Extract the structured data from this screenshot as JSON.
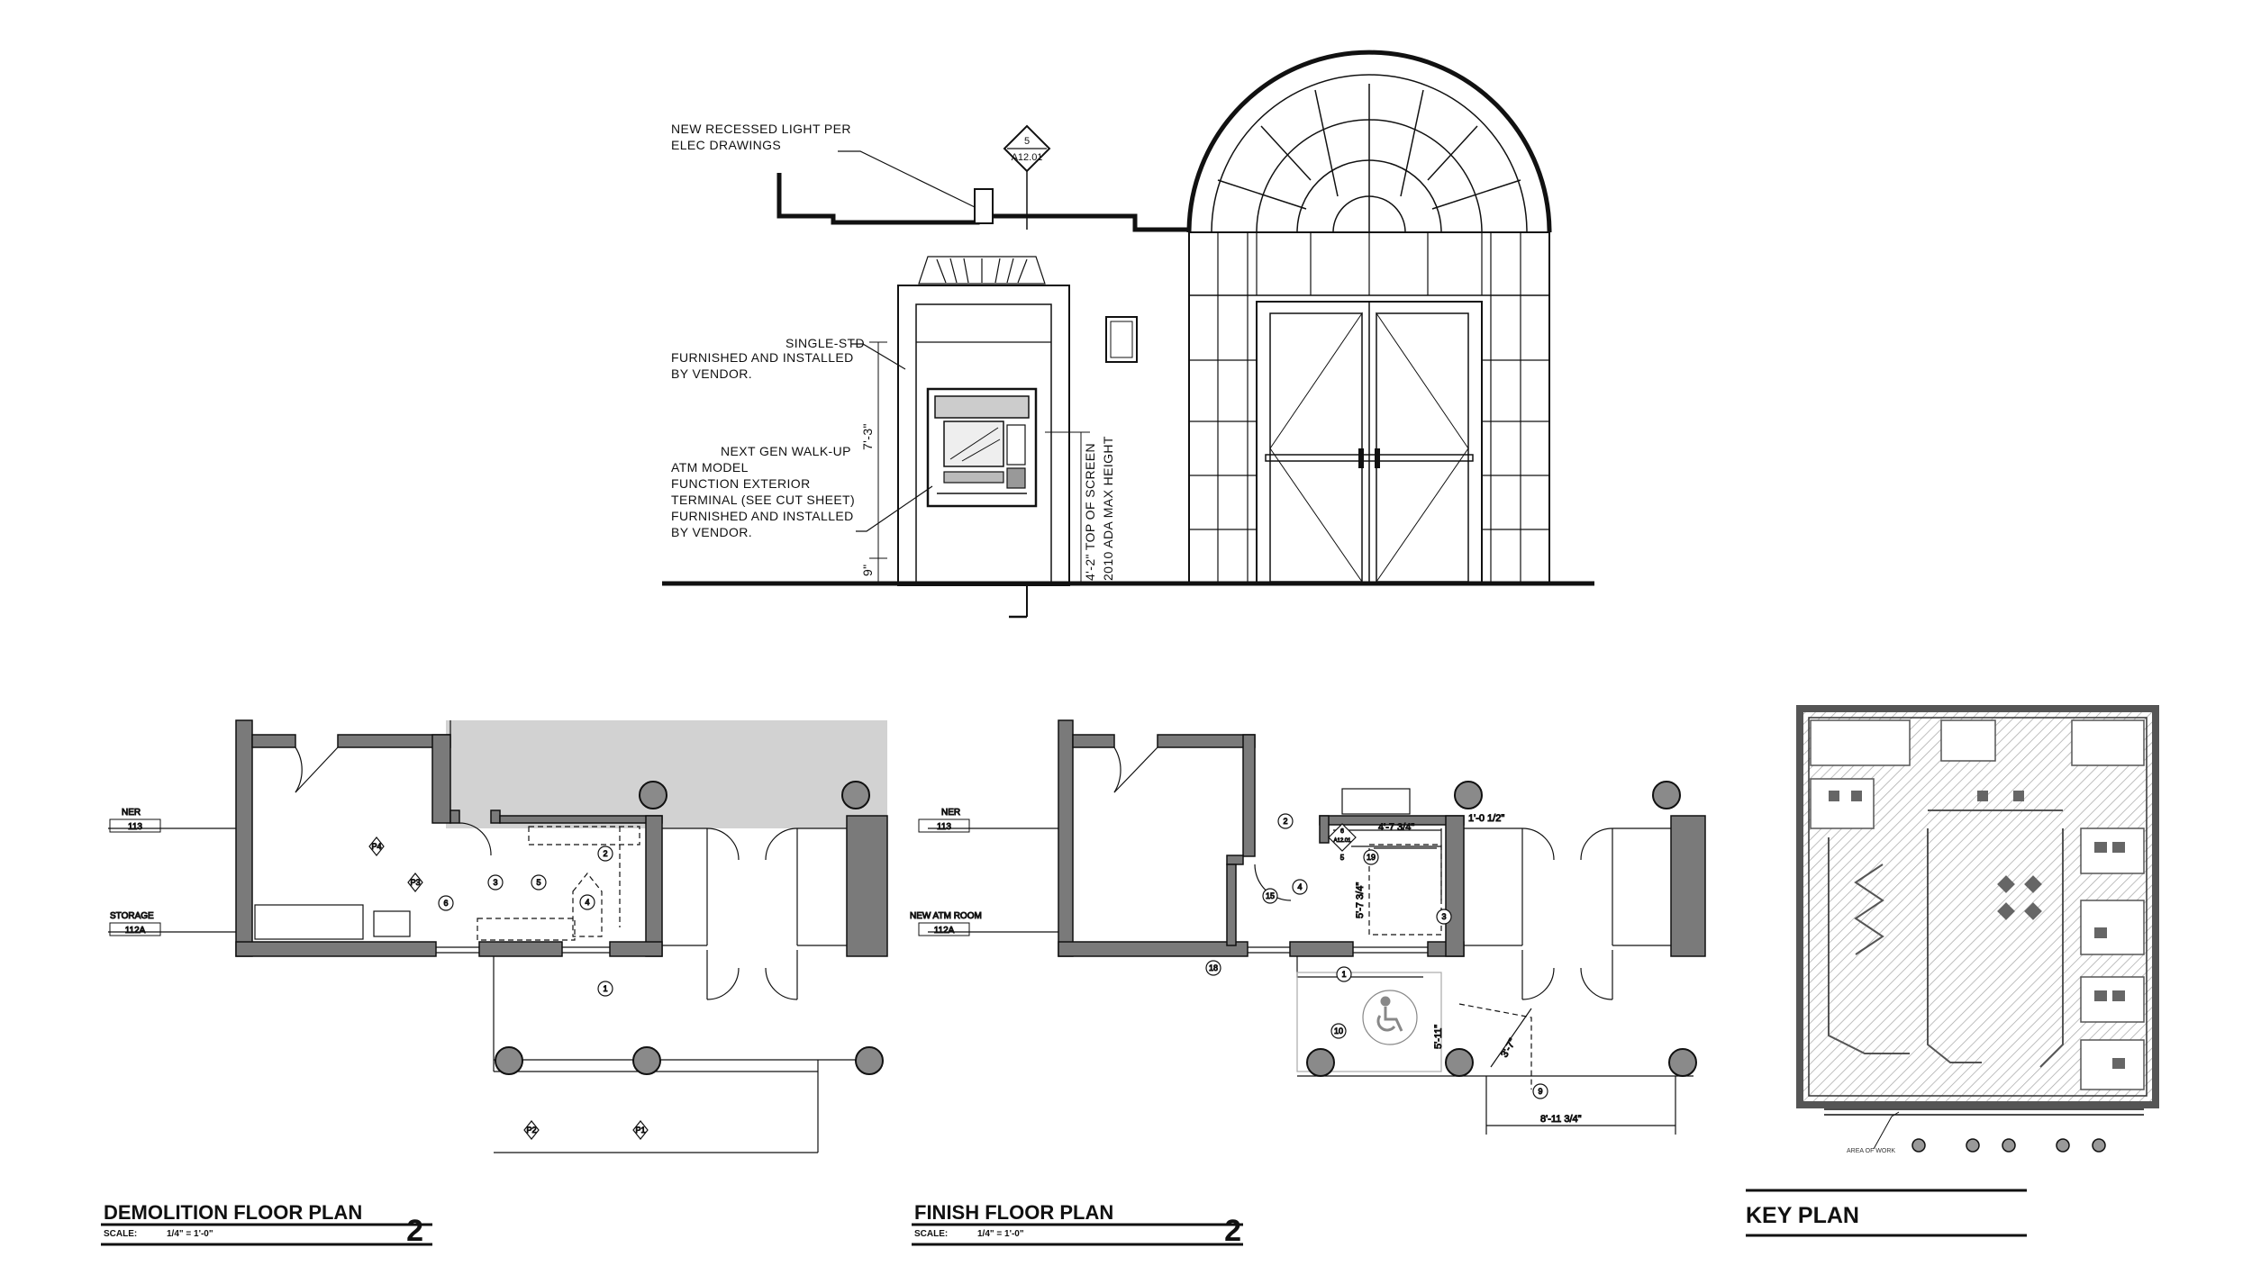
{
  "elevation": {
    "notes": {
      "light_line1": "NEW RECESSED LIGHT PER",
      "light_line2": "ELEC DRAWINGS",
      "single_std_line1": "SINGLE-STD",
      "single_std_line2": "FURNISHED AND INSTALLED",
      "single_std_line3": "BY VENDOR.",
      "atm_line1": "NEXT GEN WALK-UP",
      "atm_line2": "ATM MODEL",
      "atm_line3": "FUNCTION EXTERIOR",
      "atm_line4": "TERMINAL (SEE CUT SHEET)",
      "atm_line5": "FURNISHED AND INSTALLED",
      "atm_line6": "BY VENDOR."
    },
    "section_tag": {
      "number": "5",
      "sheet": "A12.01"
    },
    "dims": {
      "height_7_3": "7'-3\"",
      "sill_9": "9\"",
      "top_screen": "4'-2\" TOP OF SCREEN",
      "ada": "2010 ADA MAX HEIGHT"
    }
  },
  "demolition_plan": {
    "title": "DEMOLITION FLOOR PLAN",
    "scale_label": "SCALE:",
    "scale_value": "1/4\" = 1'-0\"",
    "number": "2",
    "rooms": [
      {
        "name": "NER",
        "num": "113"
      },
      {
        "name": "STORAGE",
        "num": "112A"
      }
    ],
    "keynotes": [
      "1",
      "2",
      "3",
      "4",
      "5",
      "6"
    ],
    "photo_tags": [
      "P1",
      "P2",
      "P3",
      "P4"
    ]
  },
  "finish_plan": {
    "title": "FINISH FLOOR PLAN",
    "scale_label": "SCALE:",
    "scale_value": "1/4\" = 1'-0\"",
    "number": "2",
    "rooms": [
      {
        "name": "NER",
        "num": "113"
      },
      {
        "name": "NEW ATM ROOM",
        "num": "112A"
      }
    ],
    "dims": {
      "d1": "4'-7 3/4\"",
      "d2": "1'-0 1/2\"",
      "d3": "5'-7 3/4\"",
      "d4": "5'-11\"",
      "d5": "3'-7\"",
      "d6": "8'-11 3/4\""
    },
    "keynotes": [
      "1",
      "2",
      "3",
      "4",
      "9",
      "10",
      "15",
      "18",
      "19"
    ],
    "section_tag": {
      "number": "6",
      "sheet": "A12.01",
      "sub": "5"
    }
  },
  "key_plan": {
    "title": "KEY PLAN",
    "area_note": "AREA OF WORK"
  },
  "colors": {
    "ink": "#111111",
    "wall_fill": "#7a7a7a",
    "shade": "#d2d2d2",
    "column": "#8a8a8a"
  }
}
